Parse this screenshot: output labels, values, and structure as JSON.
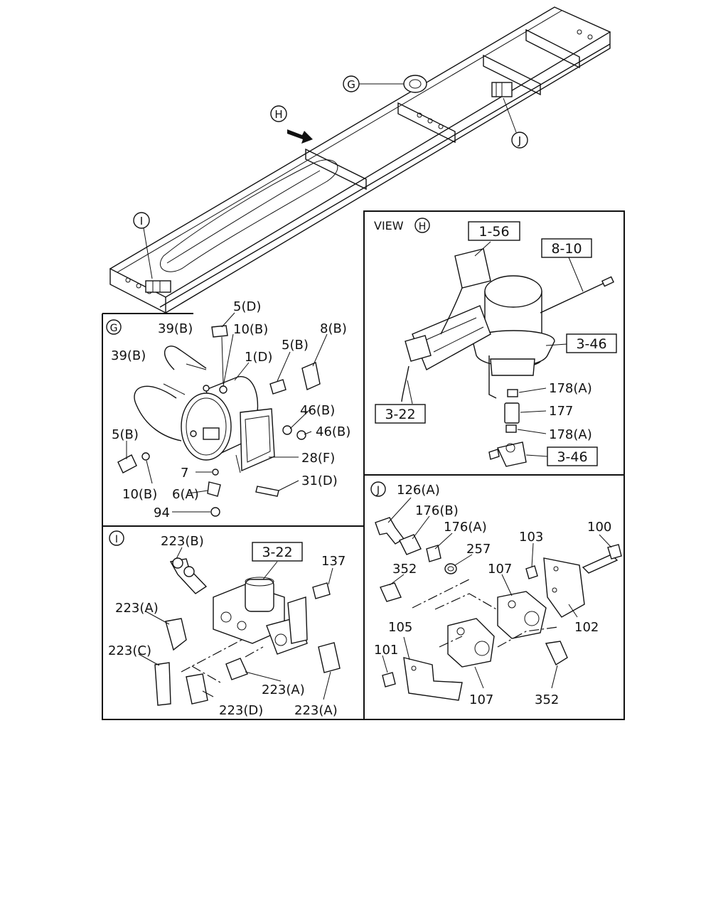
{
  "callouts": {
    "G": "G",
    "H": "H",
    "I": "I",
    "J": "J"
  },
  "overview": {
    "view_letter": "H"
  },
  "panel_g": {
    "letter": "G",
    "labels": {
      "p5d": "5(D)",
      "p39b_top": "39(B)",
      "p10b_top": "10(B)",
      "p8b": "8(B)",
      "p5b_right": "5(B)",
      "p39b_left": "39(B)",
      "p1d": "1(D)",
      "p46b_1": "46(B)",
      "p46b_2": "46(B)",
      "p5b_left": "5(B)",
      "p28f": "28(F)",
      "p7": "7",
      "p31d": "31(D)",
      "p10b_bottom": "10(B)",
      "p6a": "6(A)",
      "p94": "94"
    }
  },
  "panel_h": {
    "view_text": "VIEW",
    "letter": "H",
    "labels": {
      "ref_1_56": "1-56",
      "ref_8_10": "8-10",
      "ref_3_46_a": "3-46",
      "ref_3_22": "3-22",
      "p178a_1": "178(A)",
      "p177": "177",
      "p178a_2": "178(A)",
      "ref_3_46_b": "3-46"
    }
  },
  "panel_i": {
    "letter": "I",
    "labels": {
      "p223b": "223(B)",
      "ref_3_22": "3-22",
      "p137": "137",
      "p223a_1": "223(A)",
      "p223c": "223(C)",
      "p223a_2": "223(A)",
      "p223d": "223(D)",
      "p223a_3": "223(A)"
    }
  },
  "panel_j": {
    "letter": "J",
    "labels": {
      "p126a": "126(A)",
      "p176b": "176(B)",
      "p176a": "176(A)",
      "p103": "103",
      "p100": "100",
      "p257": "257",
      "p352_top": "352",
      "p107_top": "107",
      "p105": "105",
      "p102": "102",
      "p101": "101",
      "p107_bottom": "107",
      "p352_bottom": "352"
    }
  }
}
